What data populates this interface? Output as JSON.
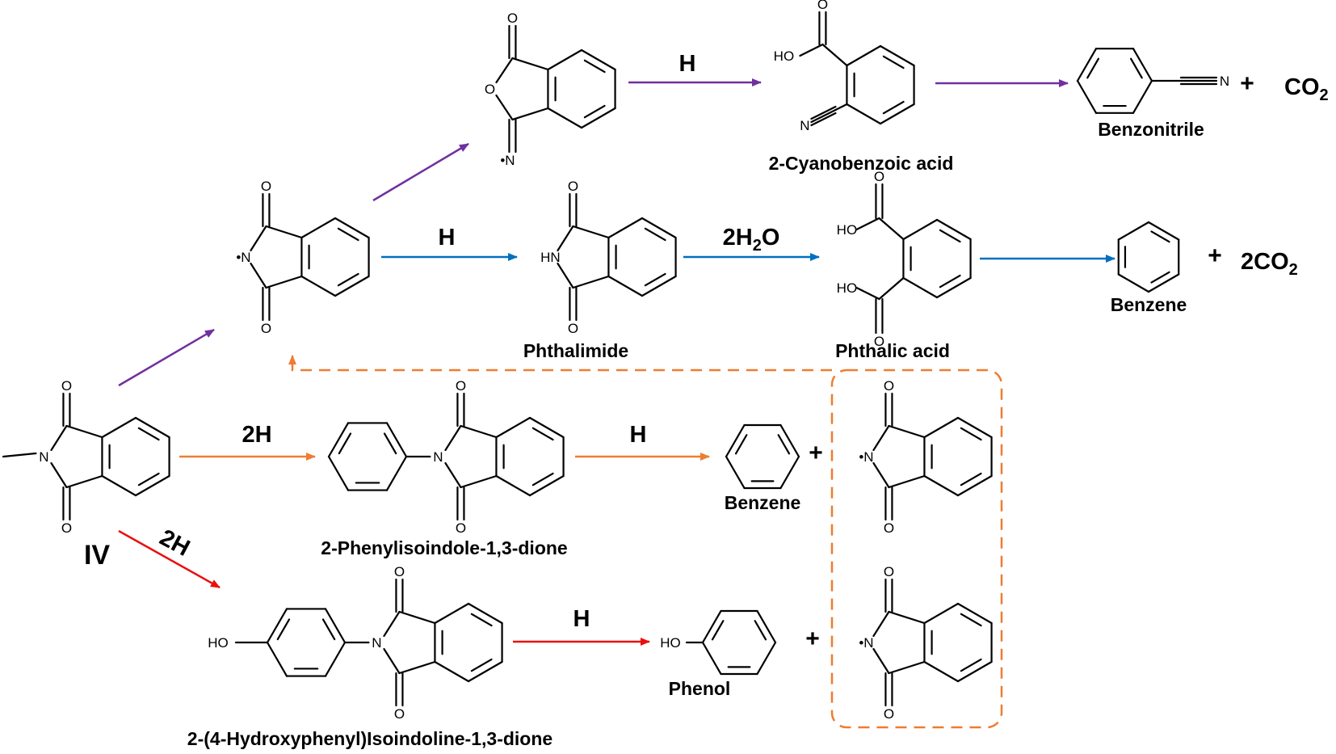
{
  "colors": {
    "purple": "#7030a0",
    "blue": "#0070c0",
    "orange": "#ed7d31",
    "red": "#e81010",
    "bond": "#000000"
  },
  "compounds": {
    "iv": "IV",
    "phthalimide": "Phthalimide",
    "phthalic_acid": "Phthalic acid",
    "cyanobenzoic": "2-Cyanobenzoic acid",
    "benzonitrile": "Benzonitrile",
    "benzene_top": "Benzene",
    "phenylisoindole": "2-Phenylisoindole-1,3-dione",
    "benzene_mid": "Benzene",
    "hydroxyphenyl": "2-(4-Hydroxyphenyl)Isoindoline-1,3-dione",
    "phenol": "Phenol"
  },
  "reagents": {
    "h_top": "H",
    "h_blue": "H",
    "h2o_main": "2H",
    "h2o_sub": "2",
    "h2o_end": "O",
    "two_h_orange": "2H",
    "h_orange": "H",
    "two_h_red": "2H",
    "h_red": "H"
  },
  "products": {
    "plus": "+",
    "co2_a": "CO",
    "co2_a_sub": "2",
    "co2_b": "2CO",
    "co2_b_sub": "2"
  },
  "atoms": {
    "O": "O",
    "N": "N",
    "radical_N": "•N",
    "HN": "HN",
    "HO": "HO"
  }
}
